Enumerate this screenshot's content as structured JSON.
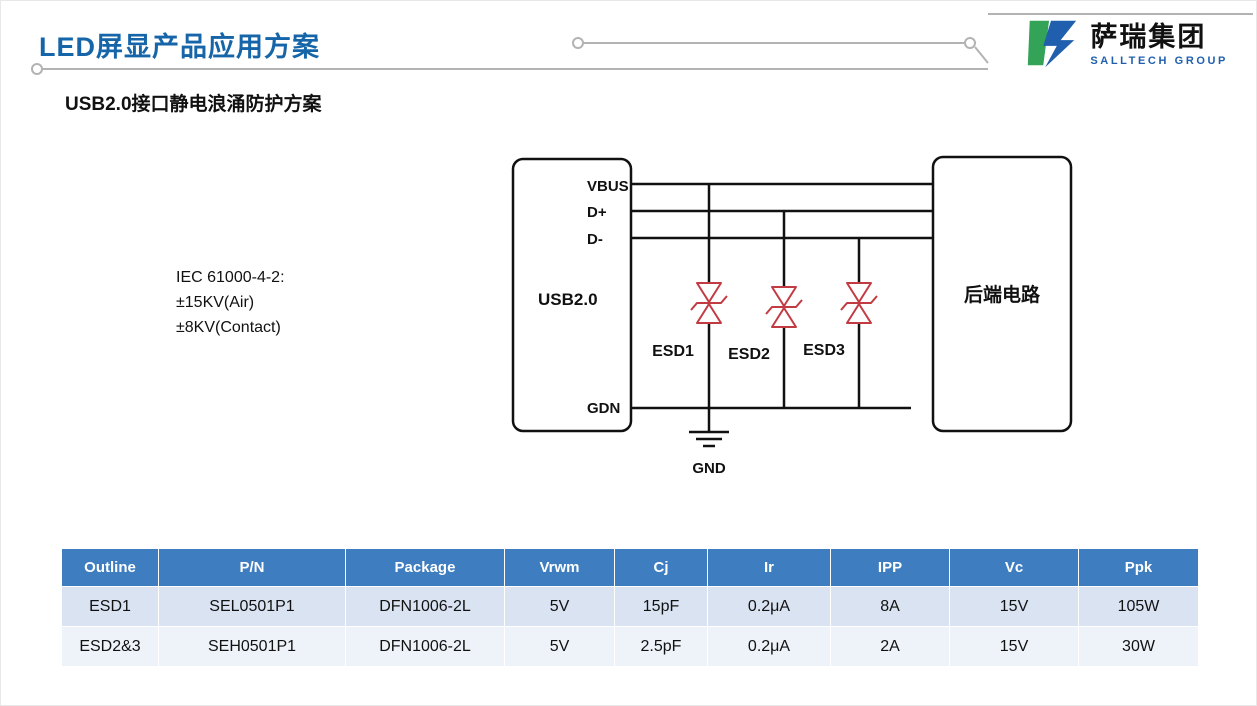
{
  "page": {
    "title": "LED屏显产品应用方案",
    "section_title": "USB2.0接口静电浪涌防护方案"
  },
  "logo": {
    "company_cn": "萨瑞集团",
    "company_en": "SALLTECH GROUP"
  },
  "diagram": {
    "iec_lines": [
      "IEC 61000-4-2:",
      "±15KV(Air)",
      "±8KV(Contact)"
    ],
    "usb_box": {
      "label": "USB2.0",
      "pins": [
        "VBUS",
        "D+",
        "D-",
        "GDN"
      ]
    },
    "backend_box": {
      "label": "后端电路"
    },
    "esd_labels": [
      "ESD1",
      "ESD2",
      "ESD3"
    ],
    "gnd_label": "GND"
  },
  "table": {
    "headers": [
      "Outline",
      "P/N",
      "Package",
      "Vrwm",
      "Cj",
      "Ir",
      "IPP",
      "Vc",
      "Ppk"
    ],
    "rows": [
      [
        "ESD1",
        "SEL0501P1",
        "DFN1006-2L",
        "5V",
        "15pF",
        "0.2μA",
        "8A",
        "15V",
        "105W"
      ],
      [
        "ESD2&3",
        "SEH0501P1",
        "DFN1006-2L",
        "5V",
        "2.5pF",
        "0.2μA",
        "2A",
        "15V",
        "30W"
      ]
    ]
  },
  "colors": {
    "title_blue": "#1565a8",
    "table_header_bg": "#3e7dbf",
    "table_row_alt": "#d9e3f1",
    "diode_red": "#c23b43",
    "logo_green": "#33a457",
    "logo_blue": "#1f5fae"
  }
}
